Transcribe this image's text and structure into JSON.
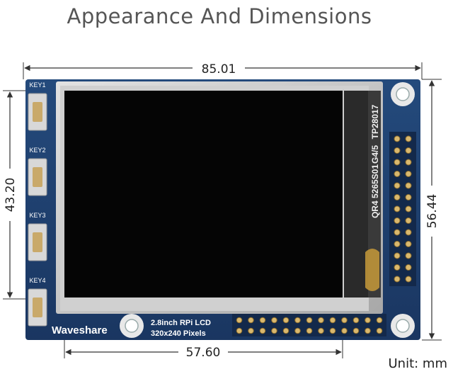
{
  "title": "Appearance And Dimensions",
  "unit_label": "Unit: mm",
  "dimensions": {
    "board_width": "85.01",
    "board_height": "56.44",
    "display_height": "43.20",
    "display_width": "57.60"
  },
  "keys": [
    "KEY1",
    "KEY2",
    "KEY3",
    "KEY4"
  ],
  "brand": "Waveshare",
  "product_name": "2.8inch RPi LCD",
  "product_resolution": "320x240 Pixels",
  "fpc_labels": [
    "TP28017",
    "G4/5",
    "QR4 5265S01"
  ],
  "colors": {
    "pcb_blue": "#1f3f6e",
    "pcb_dark": "#16325a",
    "screen_black": "#050505",
    "frame_silver": "#c9c9c9",
    "gold_pin": "#c9a96a",
    "dim_line": "#333333"
  }
}
